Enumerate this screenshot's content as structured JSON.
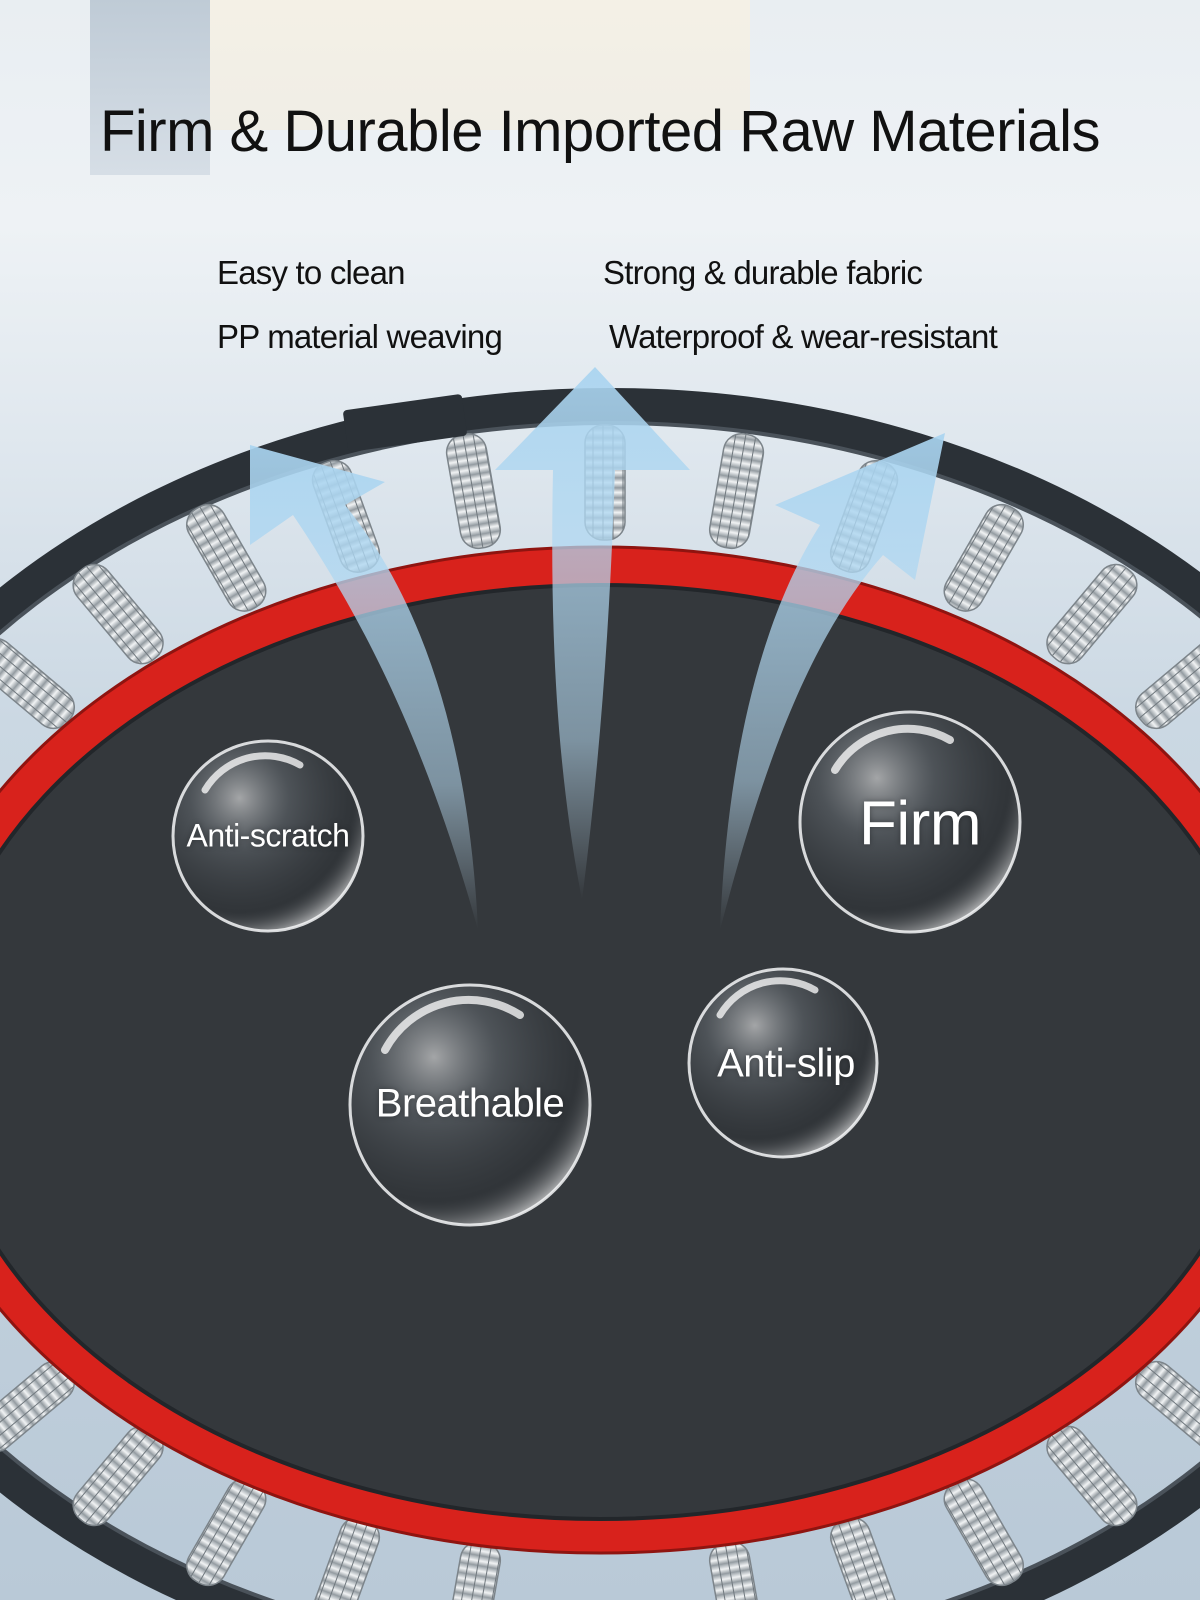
{
  "headline": "Firm & Durable Imported Raw Materials",
  "features": [
    "Easy to clean",
    "Strong & durable fabric",
    "PP material weaving",
    "Waterproof & wear-resistant"
  ],
  "bubbles": {
    "anti_scratch": "Anti-scratch",
    "firm": "Firm",
    "breathable": "Breathable",
    "anti_slip": "Anti-slip"
  },
  "colors": {
    "frame": "#2b3137",
    "border": "#d8221c",
    "mat": "#34383c",
    "arrow": "#a9d4f0",
    "text": "#111111"
  }
}
